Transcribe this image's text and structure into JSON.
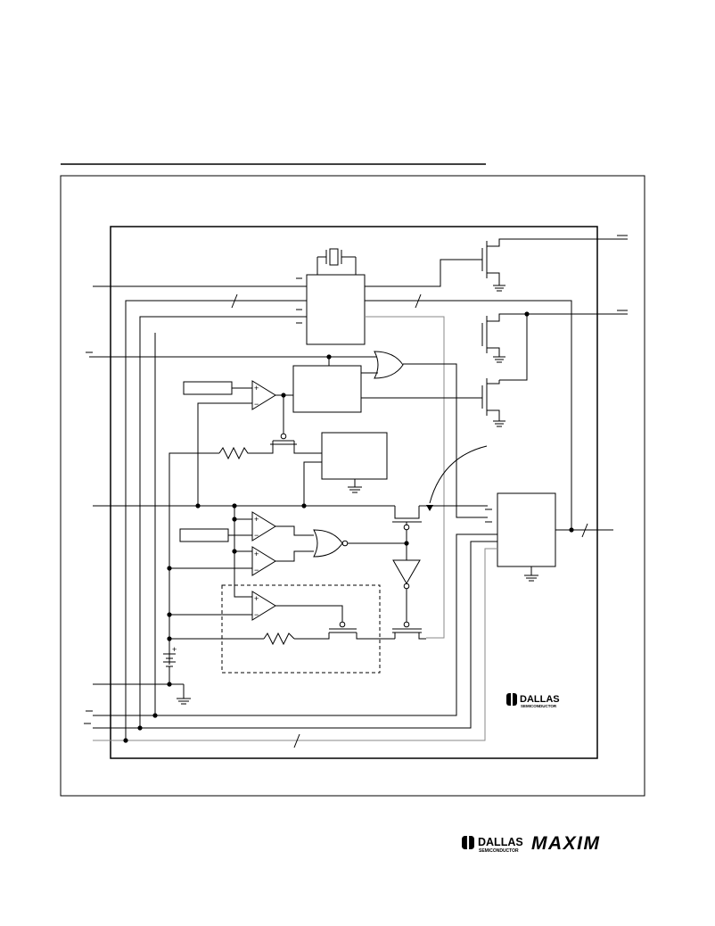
{
  "logos": {
    "footer": {
      "dallas_word": "DALLAS",
      "dallas_sub": "SEMICONDUCTOR",
      "maxim_word": "MAXIM"
    },
    "diagram": {
      "dallas_word": "DALLAS",
      "dallas_sub": "SEMICONDUCTOR"
    }
  },
  "symbols": {
    "plus": "+",
    "minus": "−"
  }
}
